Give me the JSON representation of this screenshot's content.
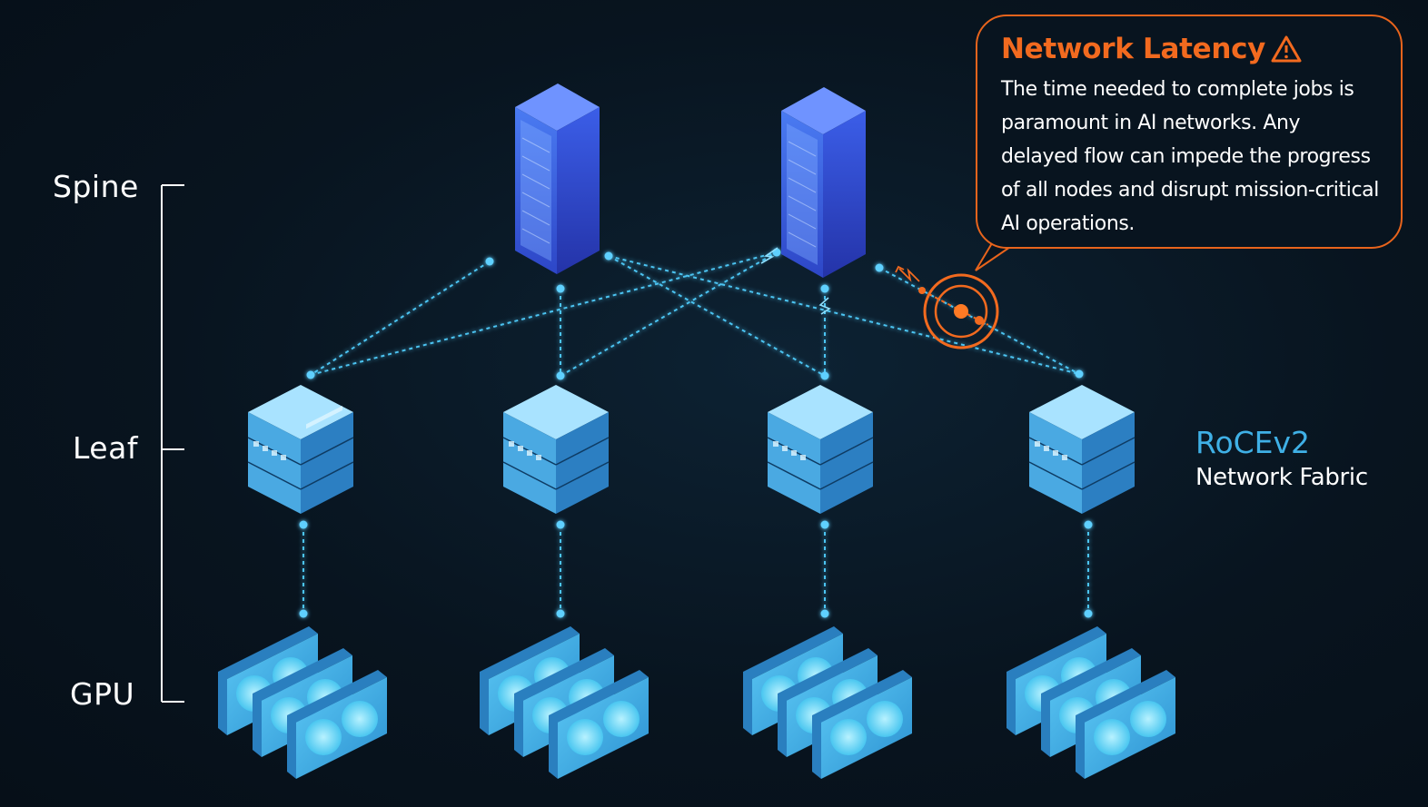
{
  "tiers": {
    "spine": "Spine",
    "leaf": "Leaf",
    "gpu": "GPU"
  },
  "callout": {
    "title": "Network Latency",
    "icon": "warning-icon",
    "body": "The time needed to complete jobs is paramount in AI networks. Any delayed flow can impede the progress of all nodes and disrupt mission-critical AI operations."
  },
  "fabric": {
    "title": "RoCEv2",
    "subtitle": "Network Fabric"
  },
  "colors": {
    "background": "#08141f",
    "accent_orange": "#f26a1f",
    "link_blue": "#4cc4f2",
    "fabric_blue": "#3fb0e6",
    "spine_blue": "#3e5ee0"
  }
}
